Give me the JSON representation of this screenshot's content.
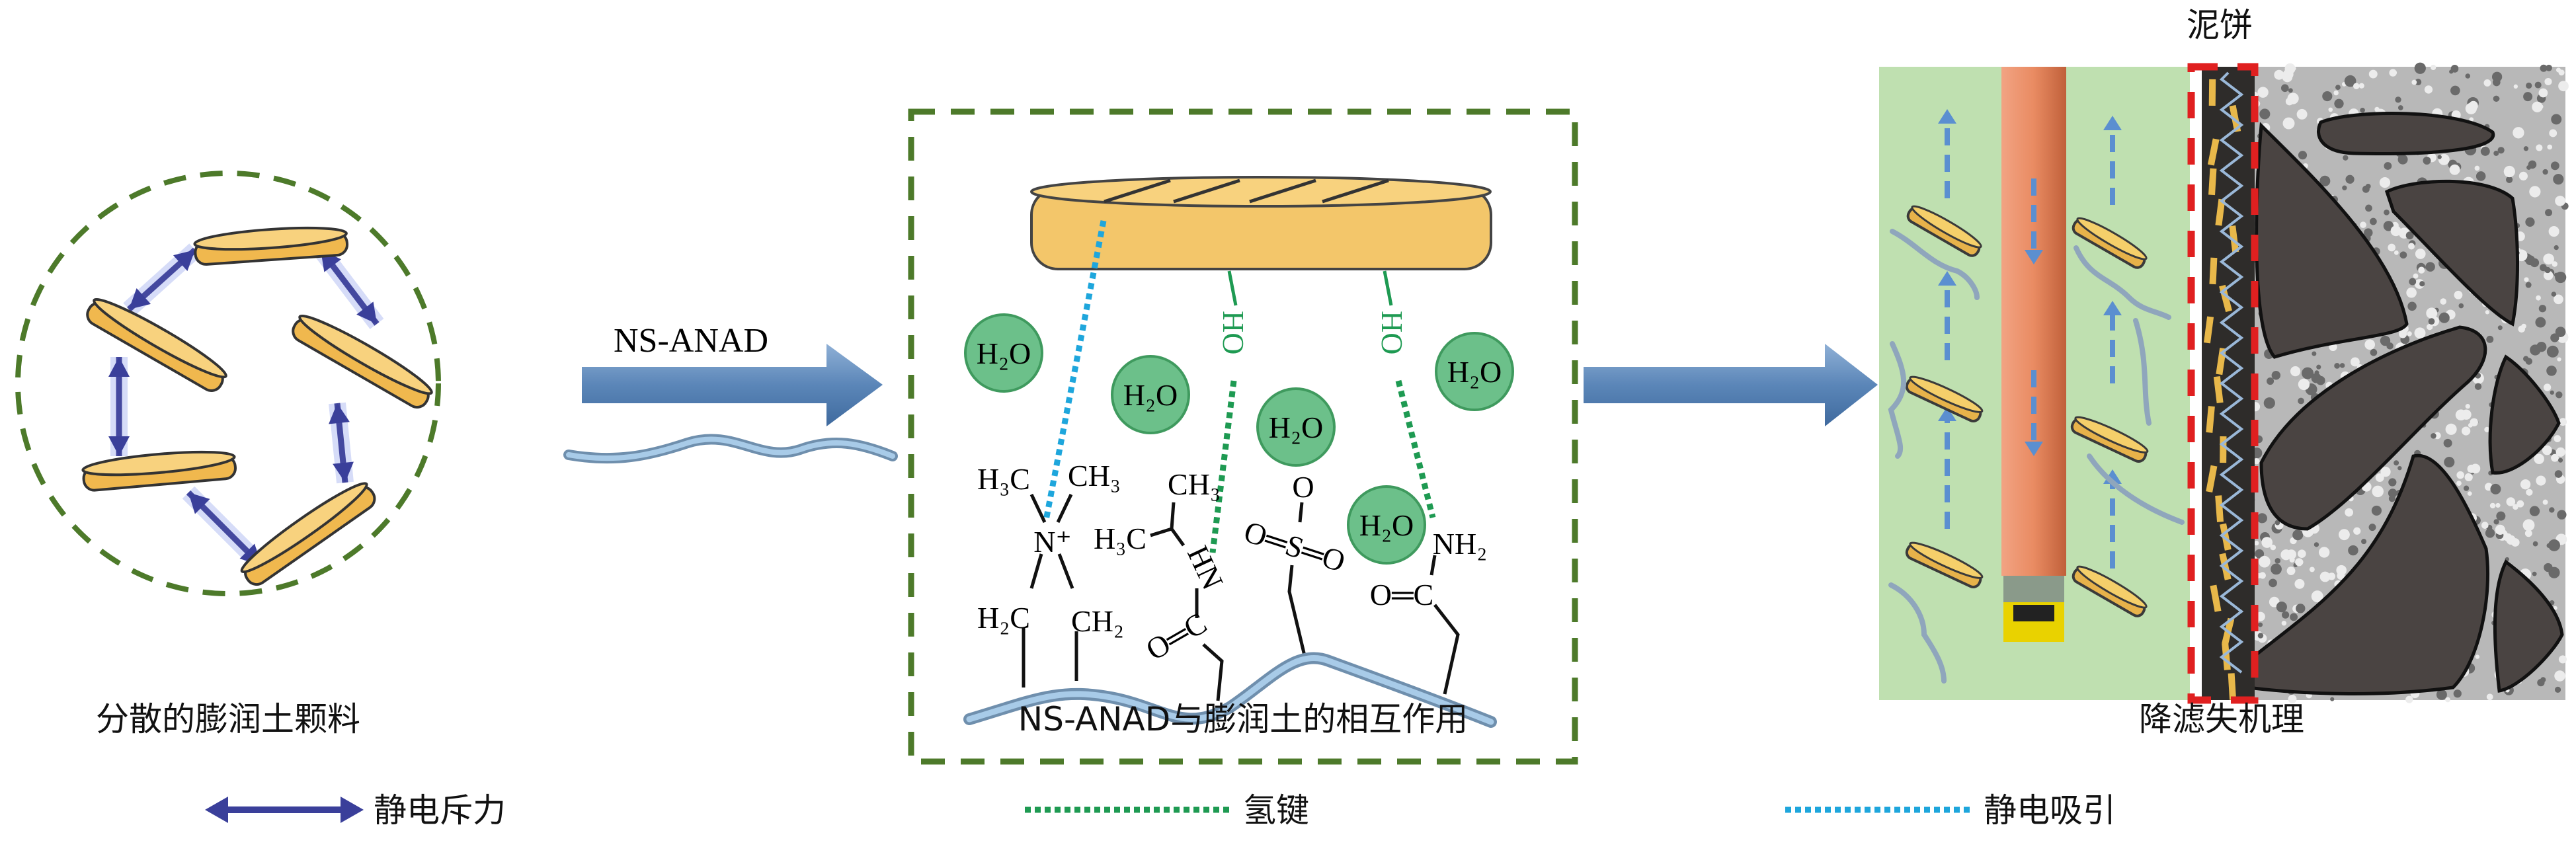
{
  "panels": {
    "left": {
      "caption": "分散的膨润土颗料"
    },
    "arrow1": {
      "label": "NS-ANAD"
    },
    "middle": {
      "caption": "NS-ANAD与膨润土的相互作用",
      "water": [
        "H₂O",
        "H₂O",
        "H₂O",
        "H₂O",
        "H₂O"
      ],
      "hydroxyl": [
        "HO",
        "HO"
      ],
      "groups": {
        "h3c_1": "H₃C",
        "ch3_1": "CH₃",
        "n_plus": "N⁺",
        "h2c": "H₂C",
        "ch2": "CH₂",
        "h3c_2": "H₃C",
        "ch3_2": "CH₃",
        "hn": "HN",
        "oc_1": "O═C",
        "o": "O",
        "oso": "O═S═O",
        "nh2": "NH₂",
        "oc_2": "O═C"
      }
    },
    "right": {
      "caption": "降滤失机理",
      "mud_cake_label": "泥饼"
    }
  },
  "legend": [
    {
      "label": "静电斥力",
      "symbol": "double-arrow",
      "color": "#3a3f9a"
    },
    {
      "label": "氢键",
      "symbol": "dotted-line",
      "color": "#1e9a52"
    },
    {
      "label": "静电吸引",
      "symbol": "dotted-line",
      "color": "#1ea6dc"
    }
  ],
  "colors": {
    "clay": "#f3c66a",
    "water": "#6cc08a",
    "polymer": "#8fb8da",
    "box_border": "#4d7a2a",
    "arrow": "#5b86b8",
    "mud_green": "#bfe0b0",
    "pipe": "#e98b62",
    "mud_cake_border": "#e02020",
    "rock": "#4a4442"
  }
}
